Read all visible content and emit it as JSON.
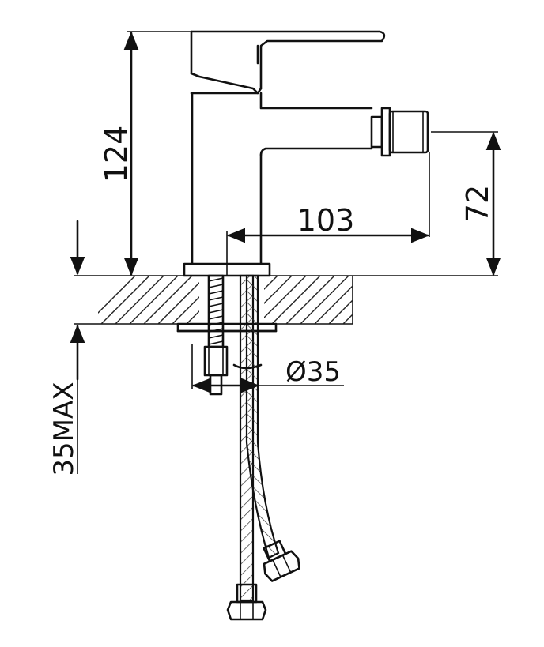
{
  "dimensions": {
    "height_total": "124",
    "spout_height": "72",
    "spout_reach": "103",
    "hole_diameter": "Ø35",
    "deck_thickness": "35MAX"
  },
  "colors": {
    "line": "#111111",
    "background": "#ffffff"
  }
}
